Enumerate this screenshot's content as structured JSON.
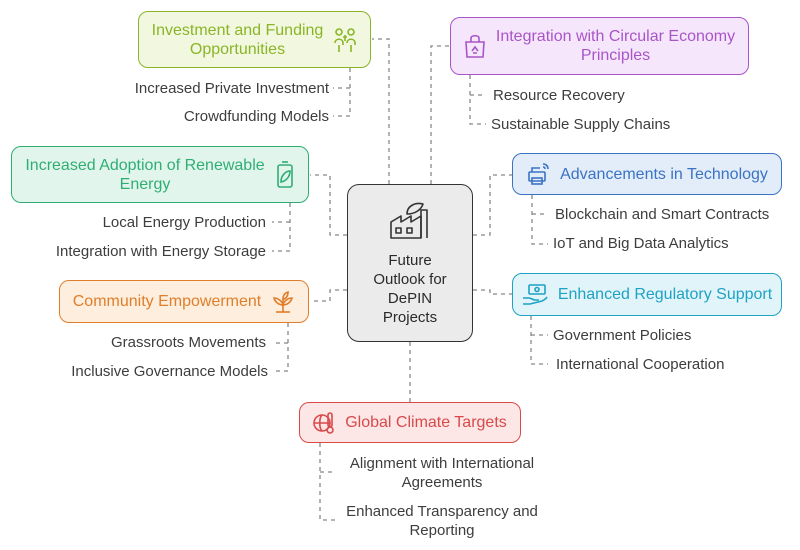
{
  "center": {
    "title": "Future\nOutlook for\nDePIN\nProjects",
    "icon": "factory-leaf-icon"
  },
  "branches": {
    "investment": {
      "title": "Investment and Funding\nOpportunities",
      "icon": "people-money-icon",
      "color": "#8ab528",
      "fill": "#f2f8df",
      "items": [
        "Increased Private Investment",
        "Crowdfunding Models"
      ]
    },
    "circular": {
      "title": "Integration with Circular Economy\nPrinciples",
      "icon": "recycle-bag-icon",
      "color": "#a855c8",
      "fill": "#f6e6fb",
      "items": [
        "Resource Recovery",
        "Sustainable Supply Chains"
      ]
    },
    "renewable": {
      "title": "Increased Adoption of Renewable\nEnergy",
      "icon": "battery-leaf-icon",
      "color": "#2fae74",
      "fill": "#e2f5ec",
      "items": [
        "Local Energy Production",
        "Integration with Energy Storage"
      ]
    },
    "technology": {
      "title": "Advancements in Technology",
      "icon": "printer-signal-icon",
      "color": "#3a73c4",
      "fill": "#e3edf9",
      "items": [
        "Blockchain and Smart Contracts",
        "IoT and Big Data Analytics"
      ]
    },
    "community": {
      "title": "Community Empowerment",
      "icon": "sprout-icon",
      "color": "#e07e2a",
      "fill": "#fdeede",
      "items": [
        "Grassroots Movements",
        "Inclusive Governance Models"
      ]
    },
    "regulatory": {
      "title": "Enhanced Regulatory Support",
      "icon": "hand-money-icon",
      "color": "#1fa2c4",
      "fill": "#e0f4fa",
      "items": [
        "Government Policies",
        "International Cooperation"
      ]
    },
    "climate": {
      "title": "Global Climate Targets",
      "icon": "globe-thermometer-icon",
      "color": "#d84a4a",
      "fill": "#fce6e6",
      "items": [
        "Alignment with International\nAgreements",
        "Enhanced Transparency and\nReporting"
      ]
    }
  }
}
